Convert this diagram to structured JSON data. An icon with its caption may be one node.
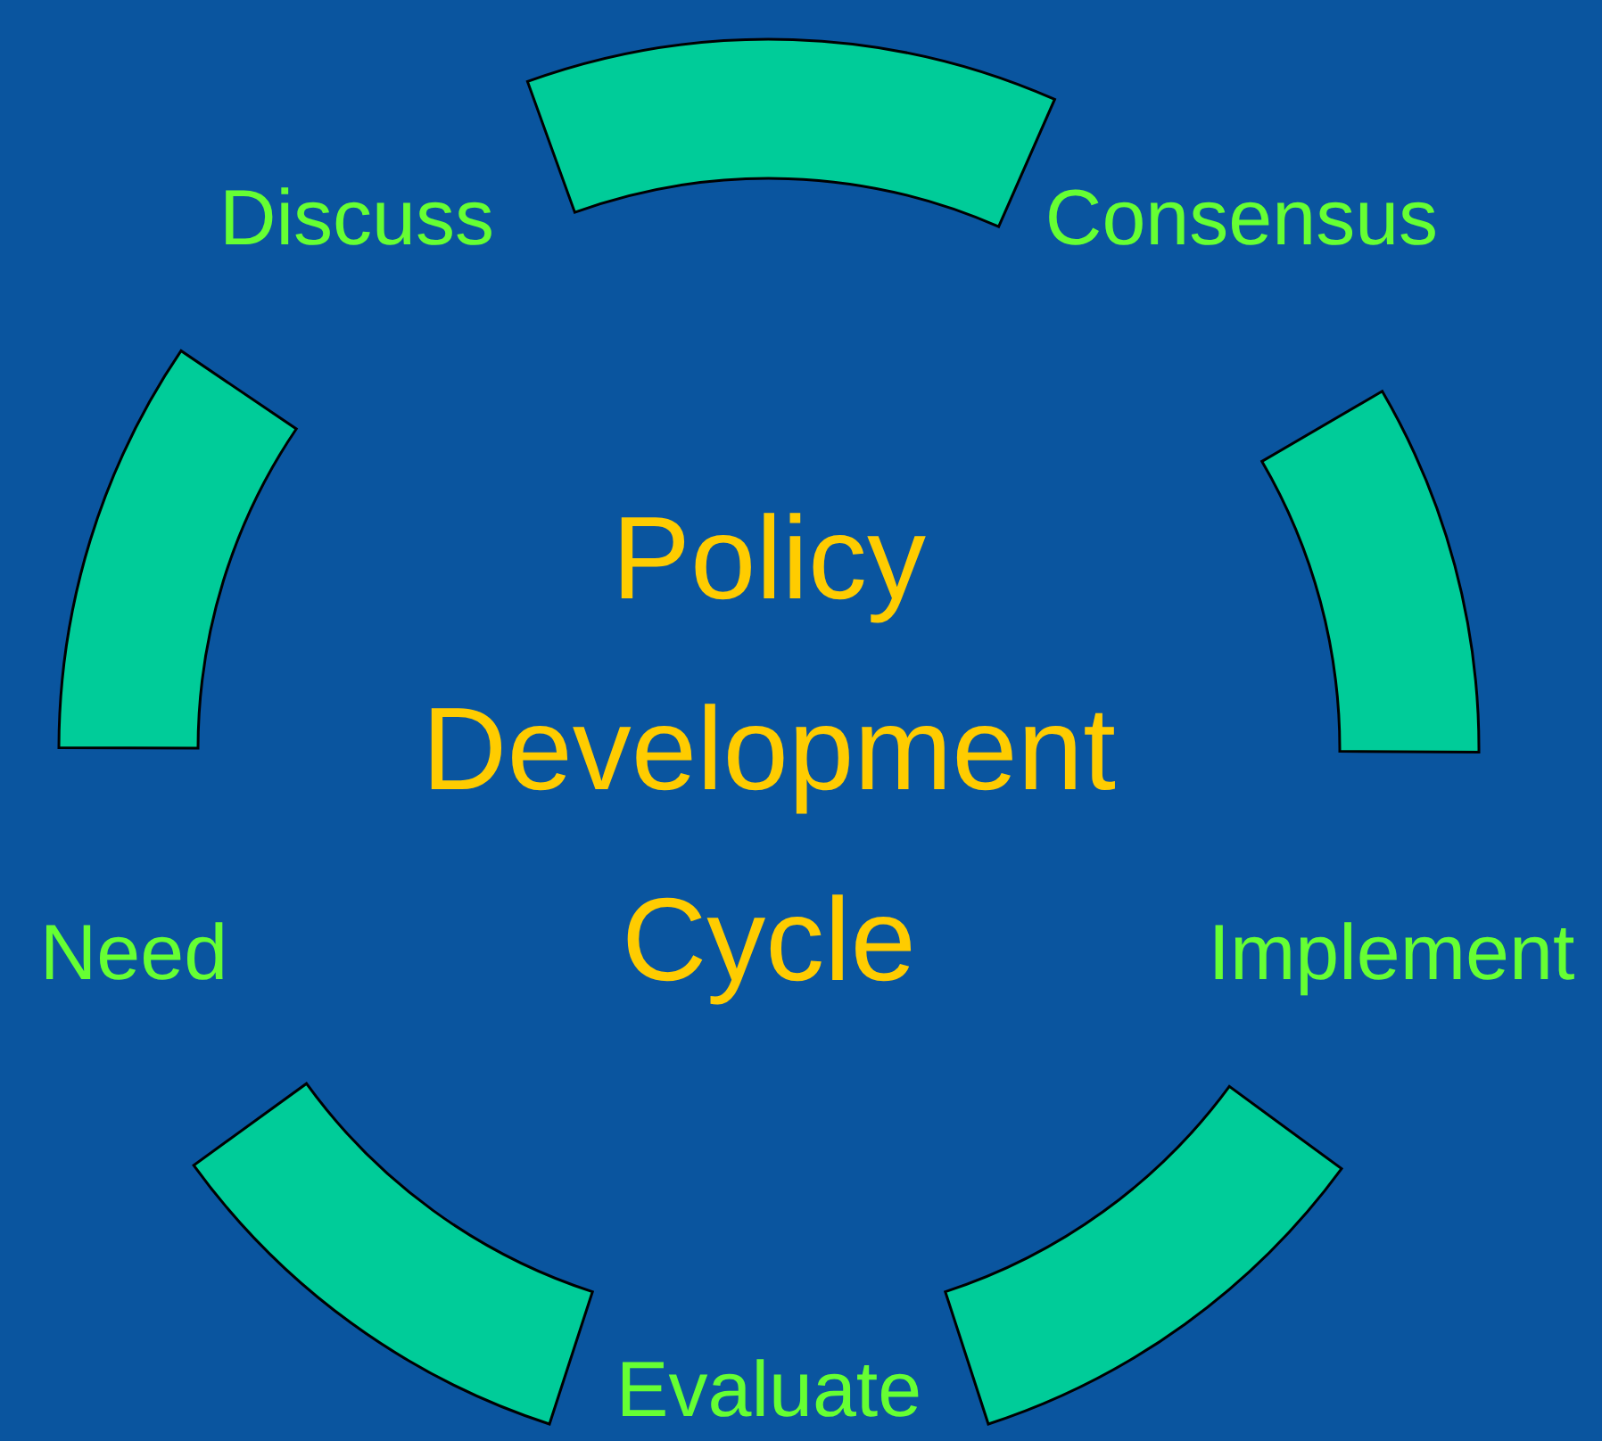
{
  "diagram": {
    "title": "Policy Development Cycle",
    "nodes": [
      {
        "text": [
          "Discuss"
        ]
      },
      {
        "text": [
          "Consensus"
        ]
      },
      {
        "text": [
          "Implement"
        ]
      },
      {
        "text": [
          "Evaluate"
        ]
      },
      {
        "text": [
          "Need"
        ]
      }
    ],
    "edges": [
      {
        "from": 0,
        "to": 1,
        "arrow": "none",
        "style": "thick"
      },
      {
        "from": 1,
        "to": 2,
        "arrow": "none",
        "style": "thick"
      },
      {
        "from": 2,
        "to": 3,
        "arrow": "none",
        "style": "thick"
      },
      {
        "from": 3,
        "to": 4,
        "arrow": "none",
        "style": "thick"
      },
      {
        "from": 4,
        "to": 0,
        "arrow": "none",
        "style": "thick"
      }
    ]
  }
}
